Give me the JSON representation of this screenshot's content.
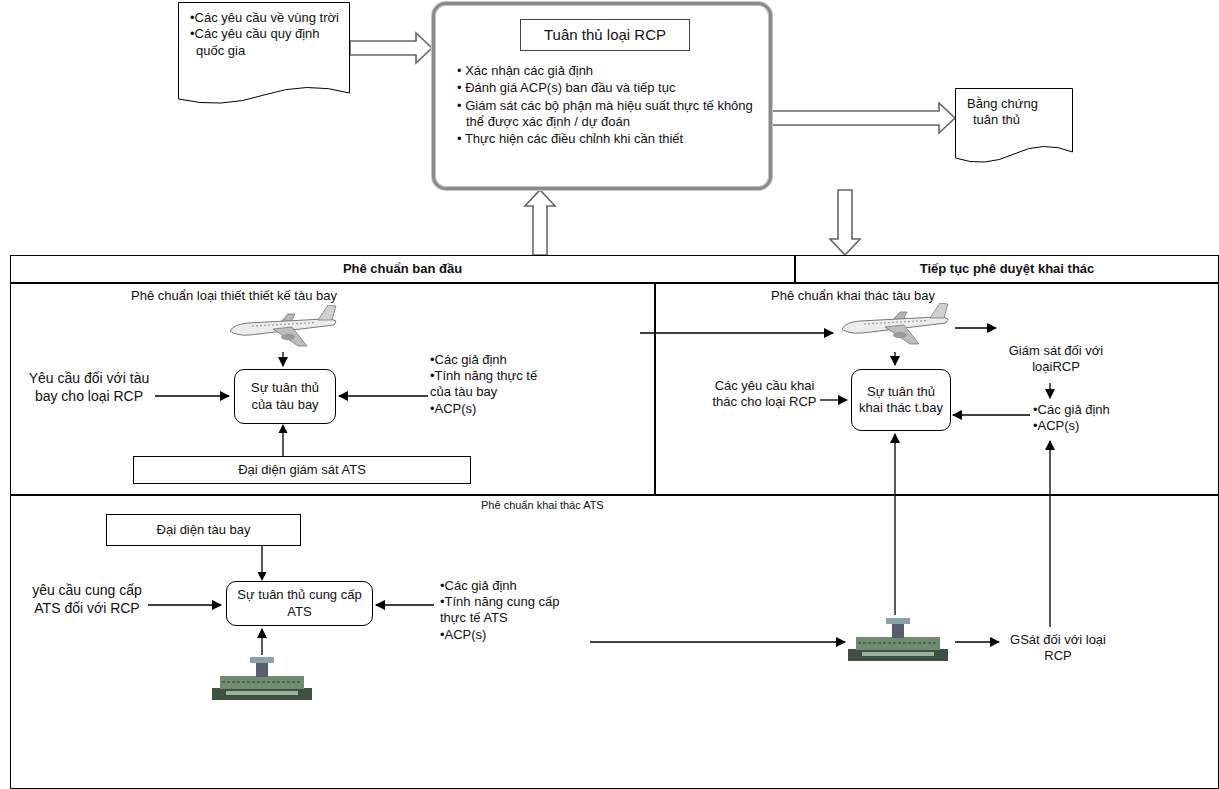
{
  "diagram": {
    "nodes": [
      {
        "text": [
          "•Các yêu cầu về vùng trời",
          "•Các yêu cầu quy định quốc gia"
        ]
      },
      {
        "text": [
          "• Xác nhận các giả định",
          "• Đánh giá ACP(s) ban đầu và tiếp tục",
          "• Giám sát các bộ phận mà hiệu suất thực tế không thể được xác định / dự đoán",
          "• Thực hiện các điều chỉnh khi cần thiết"
        ]
      },
      {
        "text": [
          "Tuân thủ loại RCP"
        ],
        "in": 1
      },
      {
        "text": [
          "Bằng chứng tuân thủ"
        ]
      },
      {
        "text": [
          "Phê chuẩn ban đầu"
        ]
      },
      {
        "text": [
          "Tiếp tục phê duyệt khai thác"
        ]
      },
      {
        "text": [
          "Phê chuẩn loại thiết thiết kế tàu bay"
        ]
      },
      {
        "text": [
          "Sự tuân thủ của tàu bay"
        ],
        "in": 6
      },
      {
        "text": [
          "Đại diện giám sát ATS"
        ],
        "in": 6
      },
      {
        "text": [
          "Phê chuẩn khai thác tàu bay"
        ]
      },
      {
        "text": [
          "Sự tuân thủ khai thác t.bay"
        ],
        "in": 9
      },
      {
        "text": [
          "Phê chuẩn khai thác ATS"
        ]
      },
      {
        "text": [
          "Đại diện tàu bay"
        ],
        "in": 11
      },
      {
        "text": [
          "Sự tuân thủ cung cấp ATS"
        ],
        "in": 11
      }
    ],
    "edges": [
      {
        "from": 0,
        "to": 1,
        "arrow": "to"
      },
      {
        "from": 1,
        "to": 3,
        "arrow": "to"
      },
      {
        "from": 4,
        "to": 1,
        "arrow": "to"
      },
      {
        "from": 1,
        "to": 5,
        "arrow": "to"
      },
      {
        "from": 8,
        "to": 7,
        "arrow": "to"
      },
      {
        "from": 12,
        "to": 13,
        "arrow": "to"
      }
    ],
    "labels": [
      "Yêu cầu đối với tàu bay cho loại RCP",
      "•Các giả định",
      "•Tính năng thực tế của tàu bay",
      "•ACP(s)",
      "Giám sát đối với loạiRCP",
      "Các yêu cầu khai thác cho loại RCP",
      "•Các giả định",
      "•ACP(s)",
      "yêu cầu cung cấp ATS đối với RCP",
      "•Các giả định",
      "•Tính năng cung cấp thực tế ATS",
      "•ACP(s)",
      "GSát đối với loại RCP"
    ]
  }
}
